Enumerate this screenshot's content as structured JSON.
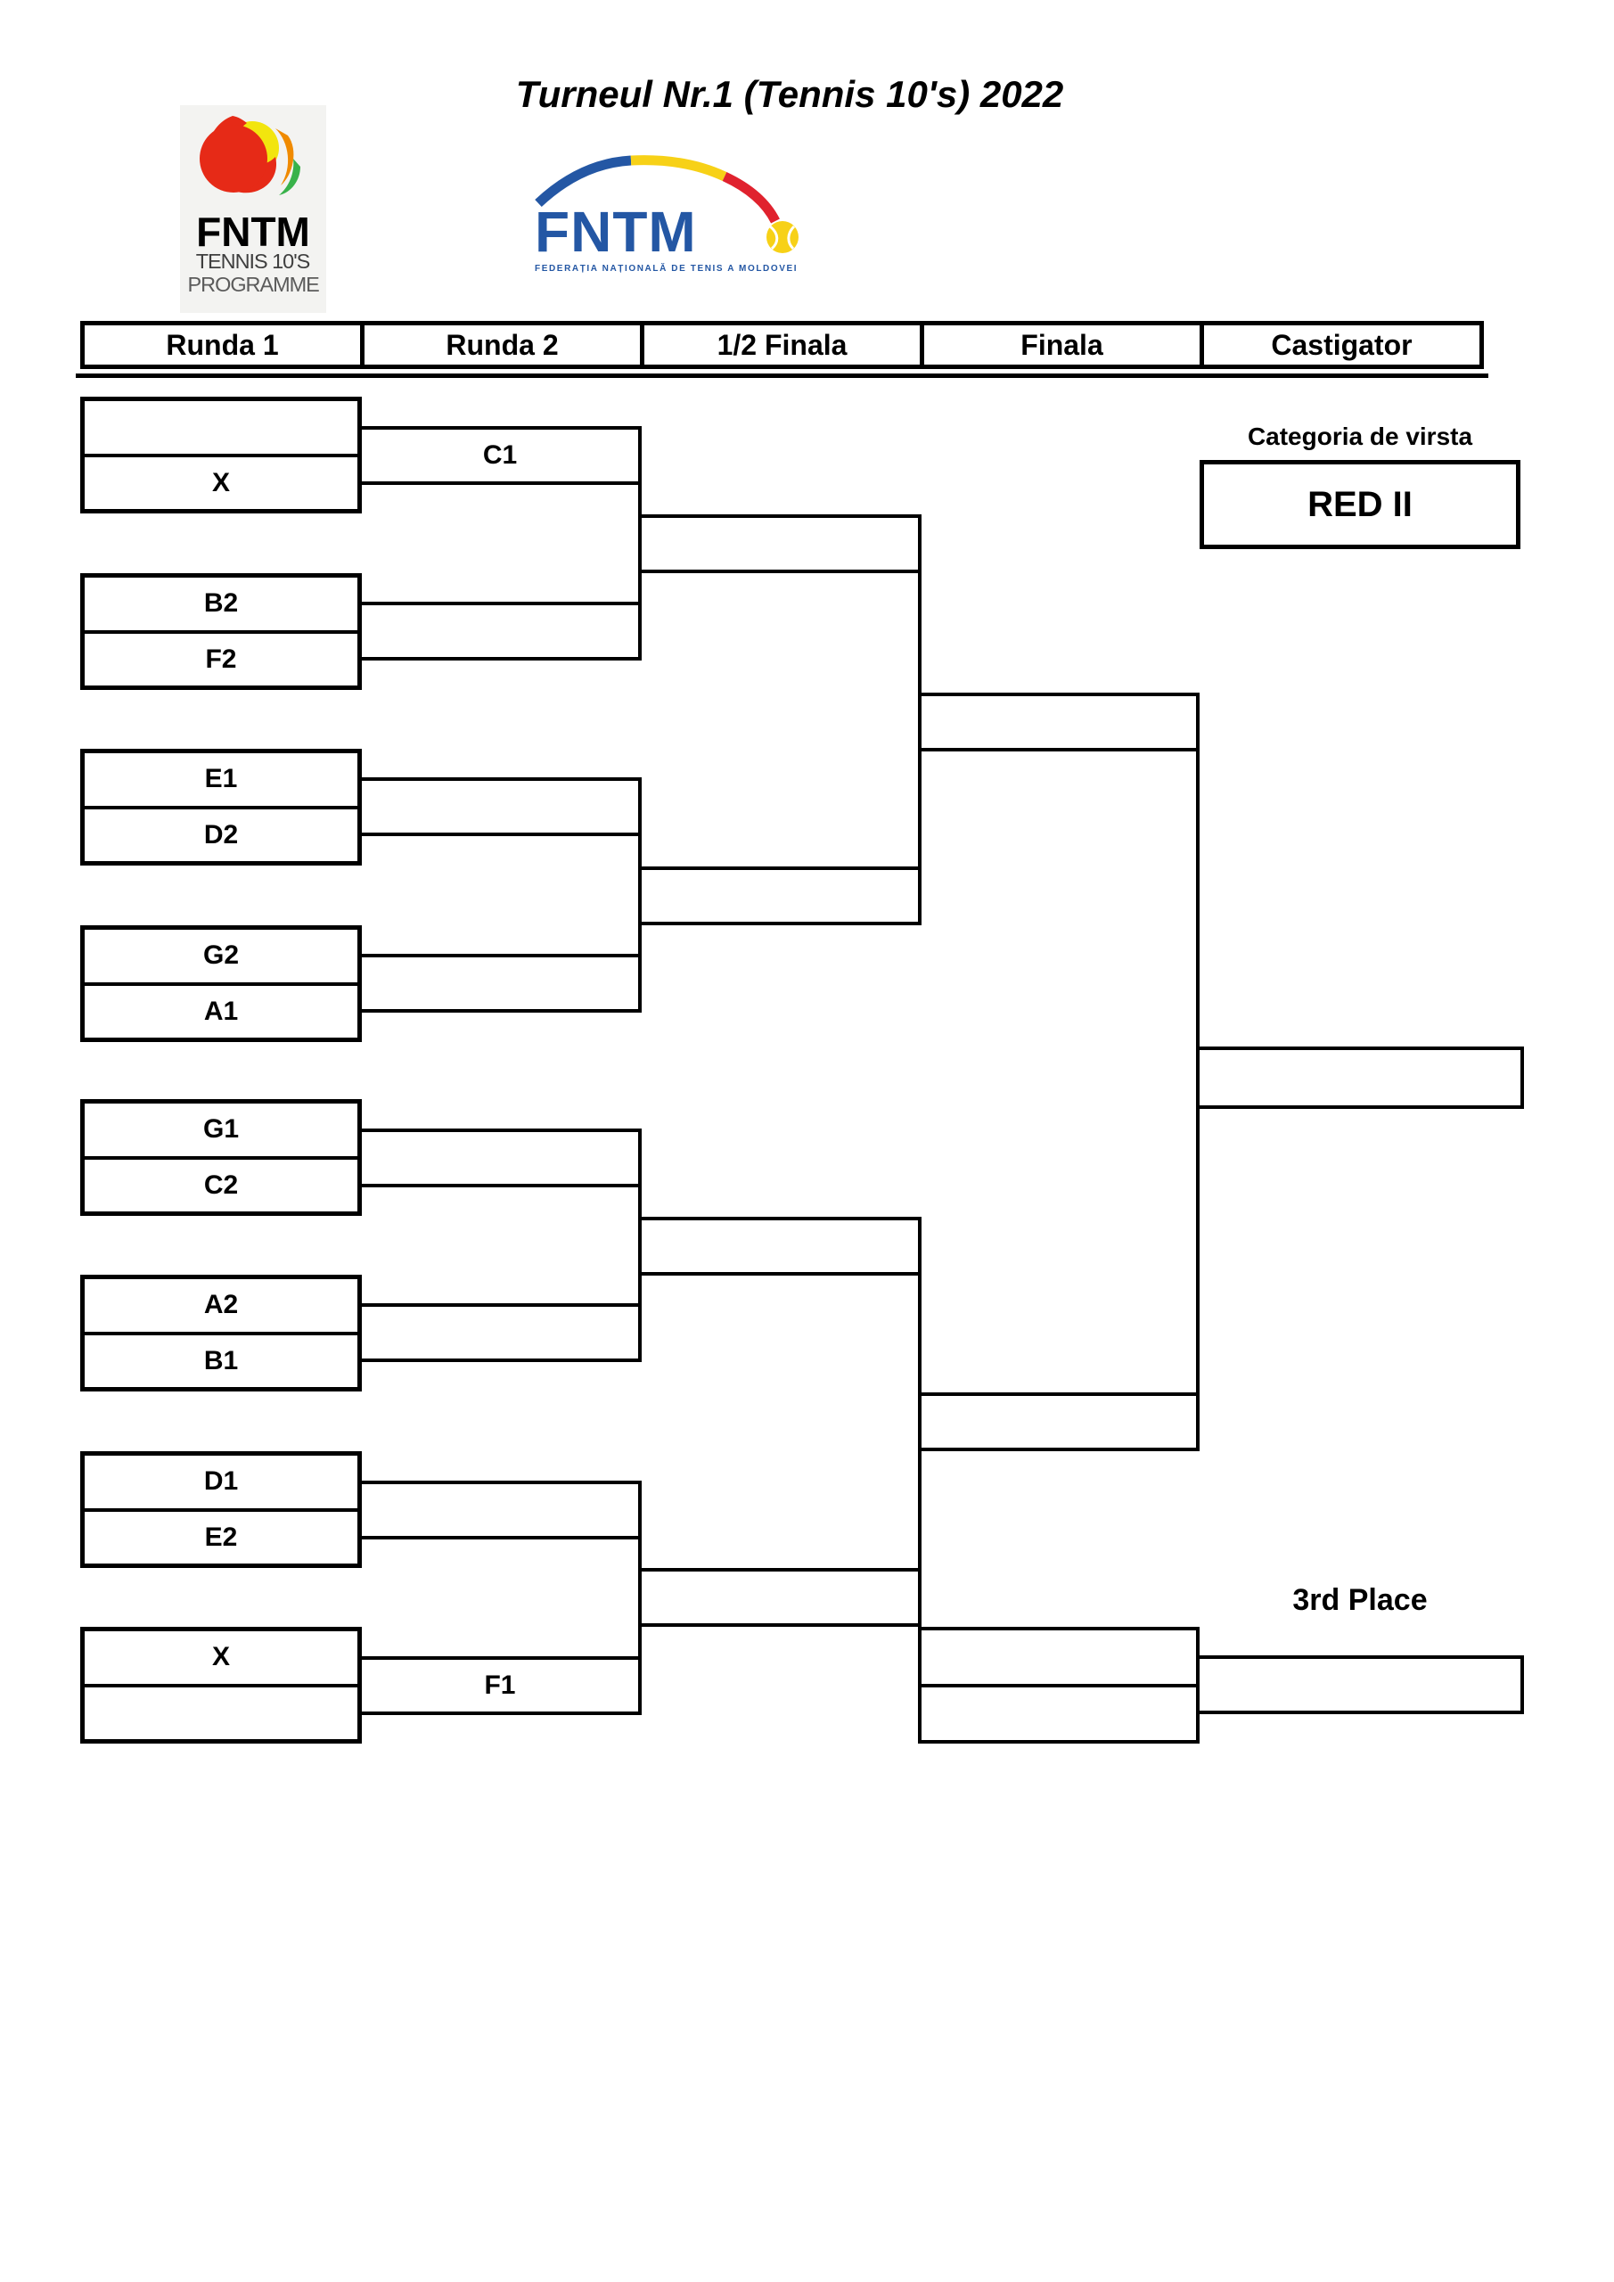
{
  "title": "Turneul Nr.1 (Tennis 10's) 2022",
  "logos": {
    "programme": {
      "name": "FNTM",
      "line2": "TENNIS 10'S",
      "line3": "PROGRAMME"
    },
    "federation": {
      "name": "FNTM",
      "subtitle": "FEDERAȚIA NAȚIONALĂ DE TENIS A MOLDOVEI"
    }
  },
  "columns": [
    "Runda 1",
    "Runda 2",
    "1/2 Finala",
    "Finala",
    "Castigator"
  ],
  "category": {
    "label": "Categoria de virsta",
    "value": "RED II"
  },
  "third_place_label": "3rd Place",
  "bracket": {
    "pairs": [
      {
        "top": "",
        "bottom": "X"
      },
      {
        "top": "B2",
        "bottom": "F2"
      },
      {
        "top": "E1",
        "bottom": "D2"
      },
      {
        "top": "G2",
        "bottom": "A1"
      },
      {
        "top": "G1",
        "bottom": "C2"
      },
      {
        "top": "A2",
        "bottom": "B1"
      },
      {
        "top": "D1",
        "bottom": "E2"
      },
      {
        "top": "X",
        "bottom": ""
      }
    ],
    "round2": [
      "C1",
      "",
      "",
      "",
      "",
      "",
      "",
      "F1"
    ],
    "third_place_pair": {
      "top": "",
      "bottom": ""
    }
  },
  "colors": {
    "line": "#000000",
    "logo_red": "#e62a17",
    "logo_yellow": "#f2e50e",
    "logo_orange": "#f08a00",
    "logo_green": "#38b24a",
    "fed_blue": "#2457a4",
    "fed_yellow": "#f7d117",
    "fed_red": "#e0222e"
  }
}
